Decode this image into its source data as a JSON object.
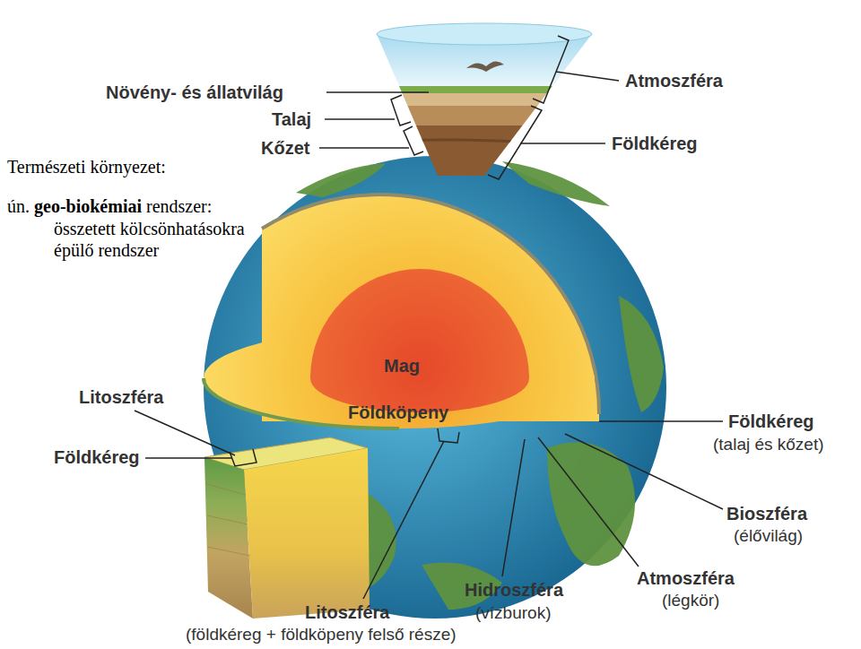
{
  "diagram": {
    "labels": [
      "Természeti környezet:",
      "ún.",
      "geo-biokémiai",
      "rendszer:",
      "összetett kölcsönhatásokra épülő rendszer",
      "Növény- és állatvilág",
      "Talaj",
      "Kőzet",
      "Atmoszféra",
      "Földkéreg",
      "Mag",
      "Földköpeny",
      "Litoszféra",
      "Földkéreg",
      "Földkéreg",
      "(talaj és kőzet)",
      "Bioszféra",
      "(élővilág)",
      "Hidroszféra",
      "(vízburok)",
      "Atmoszféra",
      "(légkör)",
      "Litoszféra",
      "(földkéreg + földköpeny felső része)"
    ]
  }
}
